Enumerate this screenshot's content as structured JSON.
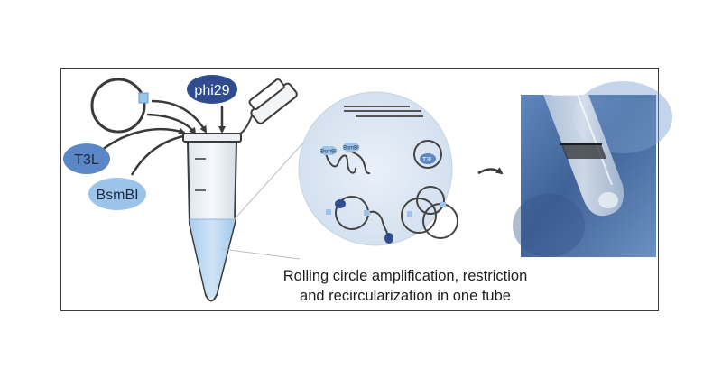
{
  "enzymes": {
    "phi29": "phi29",
    "t3l": "T3L",
    "bsmbi": "BsmBI"
  },
  "inset": {
    "bsmbi_small_1": "BsmBI",
    "bsmbi_small_2": "BsmBI",
    "t3l_small": "T3L"
  },
  "caption": {
    "line1": "Rolling circle amplification, restriction",
    "line2": "and recircularization in one tube"
  },
  "colors": {
    "phi29": "#2f4c8f",
    "t3l": "#5b87c6",
    "bsmbi": "#9cc3ea",
    "liquid": "#b9d7ef",
    "inset_bg": "#dbe6f3",
    "photo_bg": "#4b6fa3"
  }
}
